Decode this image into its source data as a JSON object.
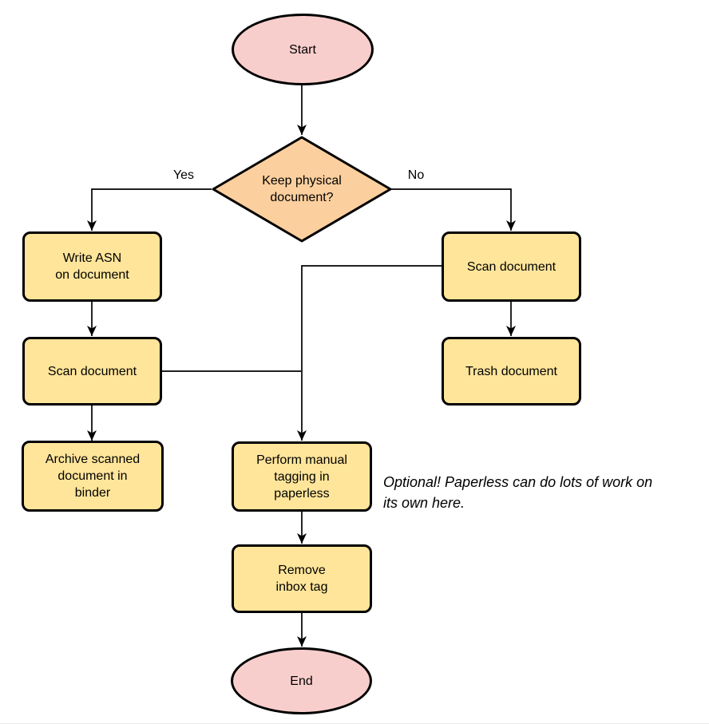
{
  "diagram": {
    "nodes": {
      "start": "Start",
      "decision": "Keep physical\ndocument?",
      "write_asn": "Write ASN\non document",
      "scan_left": "Scan document",
      "archive": "Archive scanned\ndocument in\nbinder",
      "scan_right": "Scan document",
      "trash": "Trash document",
      "perform_tagging": "Perform manual\ntagging in\npaperless",
      "remove_inbox": "Remove\ninbox tag",
      "end": "End"
    },
    "edge_labels": {
      "yes": "Yes",
      "no": "No"
    },
    "note": "Optional! Paperless can do lots of work on\nits own here.",
    "colors": {
      "terminator_fill": "#f8cecc",
      "process_fill": "#ffe59a",
      "decision_fill": "#fccf9e",
      "stroke": "#000000"
    }
  }
}
